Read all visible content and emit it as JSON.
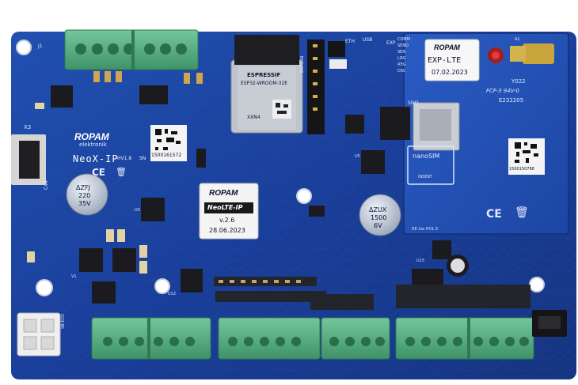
{
  "board": {
    "brand": "ROPAM",
    "brand_sub": "elektronik",
    "model": "NeoX-IP",
    "model_rev": "HV1.8",
    "serial_main": "1500161572",
    "sn_label": "SN",
    "connector_x3": "X3",
    "connector_c44": "C44"
  },
  "esp_module": {
    "maker": "ESPRESSIF",
    "model": "ESP32-WROOM-32E",
    "code": "XXN4"
  },
  "firmware_label": {
    "brand": "ROPAM",
    "product": "NeoLTE-IP",
    "version": "v.2.6",
    "date": "28.06.2023"
  },
  "exp_module": {
    "brand": "ROPAM",
    "product": "EXP-LTE",
    "date": "07.02.2023",
    "serial": "1500150788",
    "fcf_line1": "FCF-3 94V-0",
    "fcf_line2": "E232205",
    "code": "Y022",
    "sim_slot": "SIM1",
    "nanosim": "nanoSIM",
    "insert": "INSERT",
    "rev": "RE-Lte HV1.0",
    "antenna_label": "A1"
  },
  "side_labels": [
    "COMM",
    "SEND",
    "SEN",
    "LOG",
    "REG",
    "DSC"
  ],
  "capacitors": [
    {
      "line1": "ΔZFJ",
      "line2": "220",
      "line3": "35V"
    },
    {
      "line1": "ΔZUX",
      "line2": "1500",
      "line3": "6V"
    }
  ],
  "misc_labels": {
    "usb": "USB",
    "eth": "ETH",
    "exp": "EXP",
    "lan": "EXP-LAN",
    "jumper": "J1",
    "u15": "U15",
    "u12": "U12",
    "u3": "U3",
    "u5": "U5",
    "v1": "V1",
    "sbco": "SB-ECO"
  },
  "colors": {
    "pcb": "#1a3f9a",
    "pcb_dark": "#12306f",
    "terminal": "#5bb88a",
    "terminal_dark": "#3f9367",
    "label": "#f4f4f4",
    "chip": "#1b1b1f"
  }
}
